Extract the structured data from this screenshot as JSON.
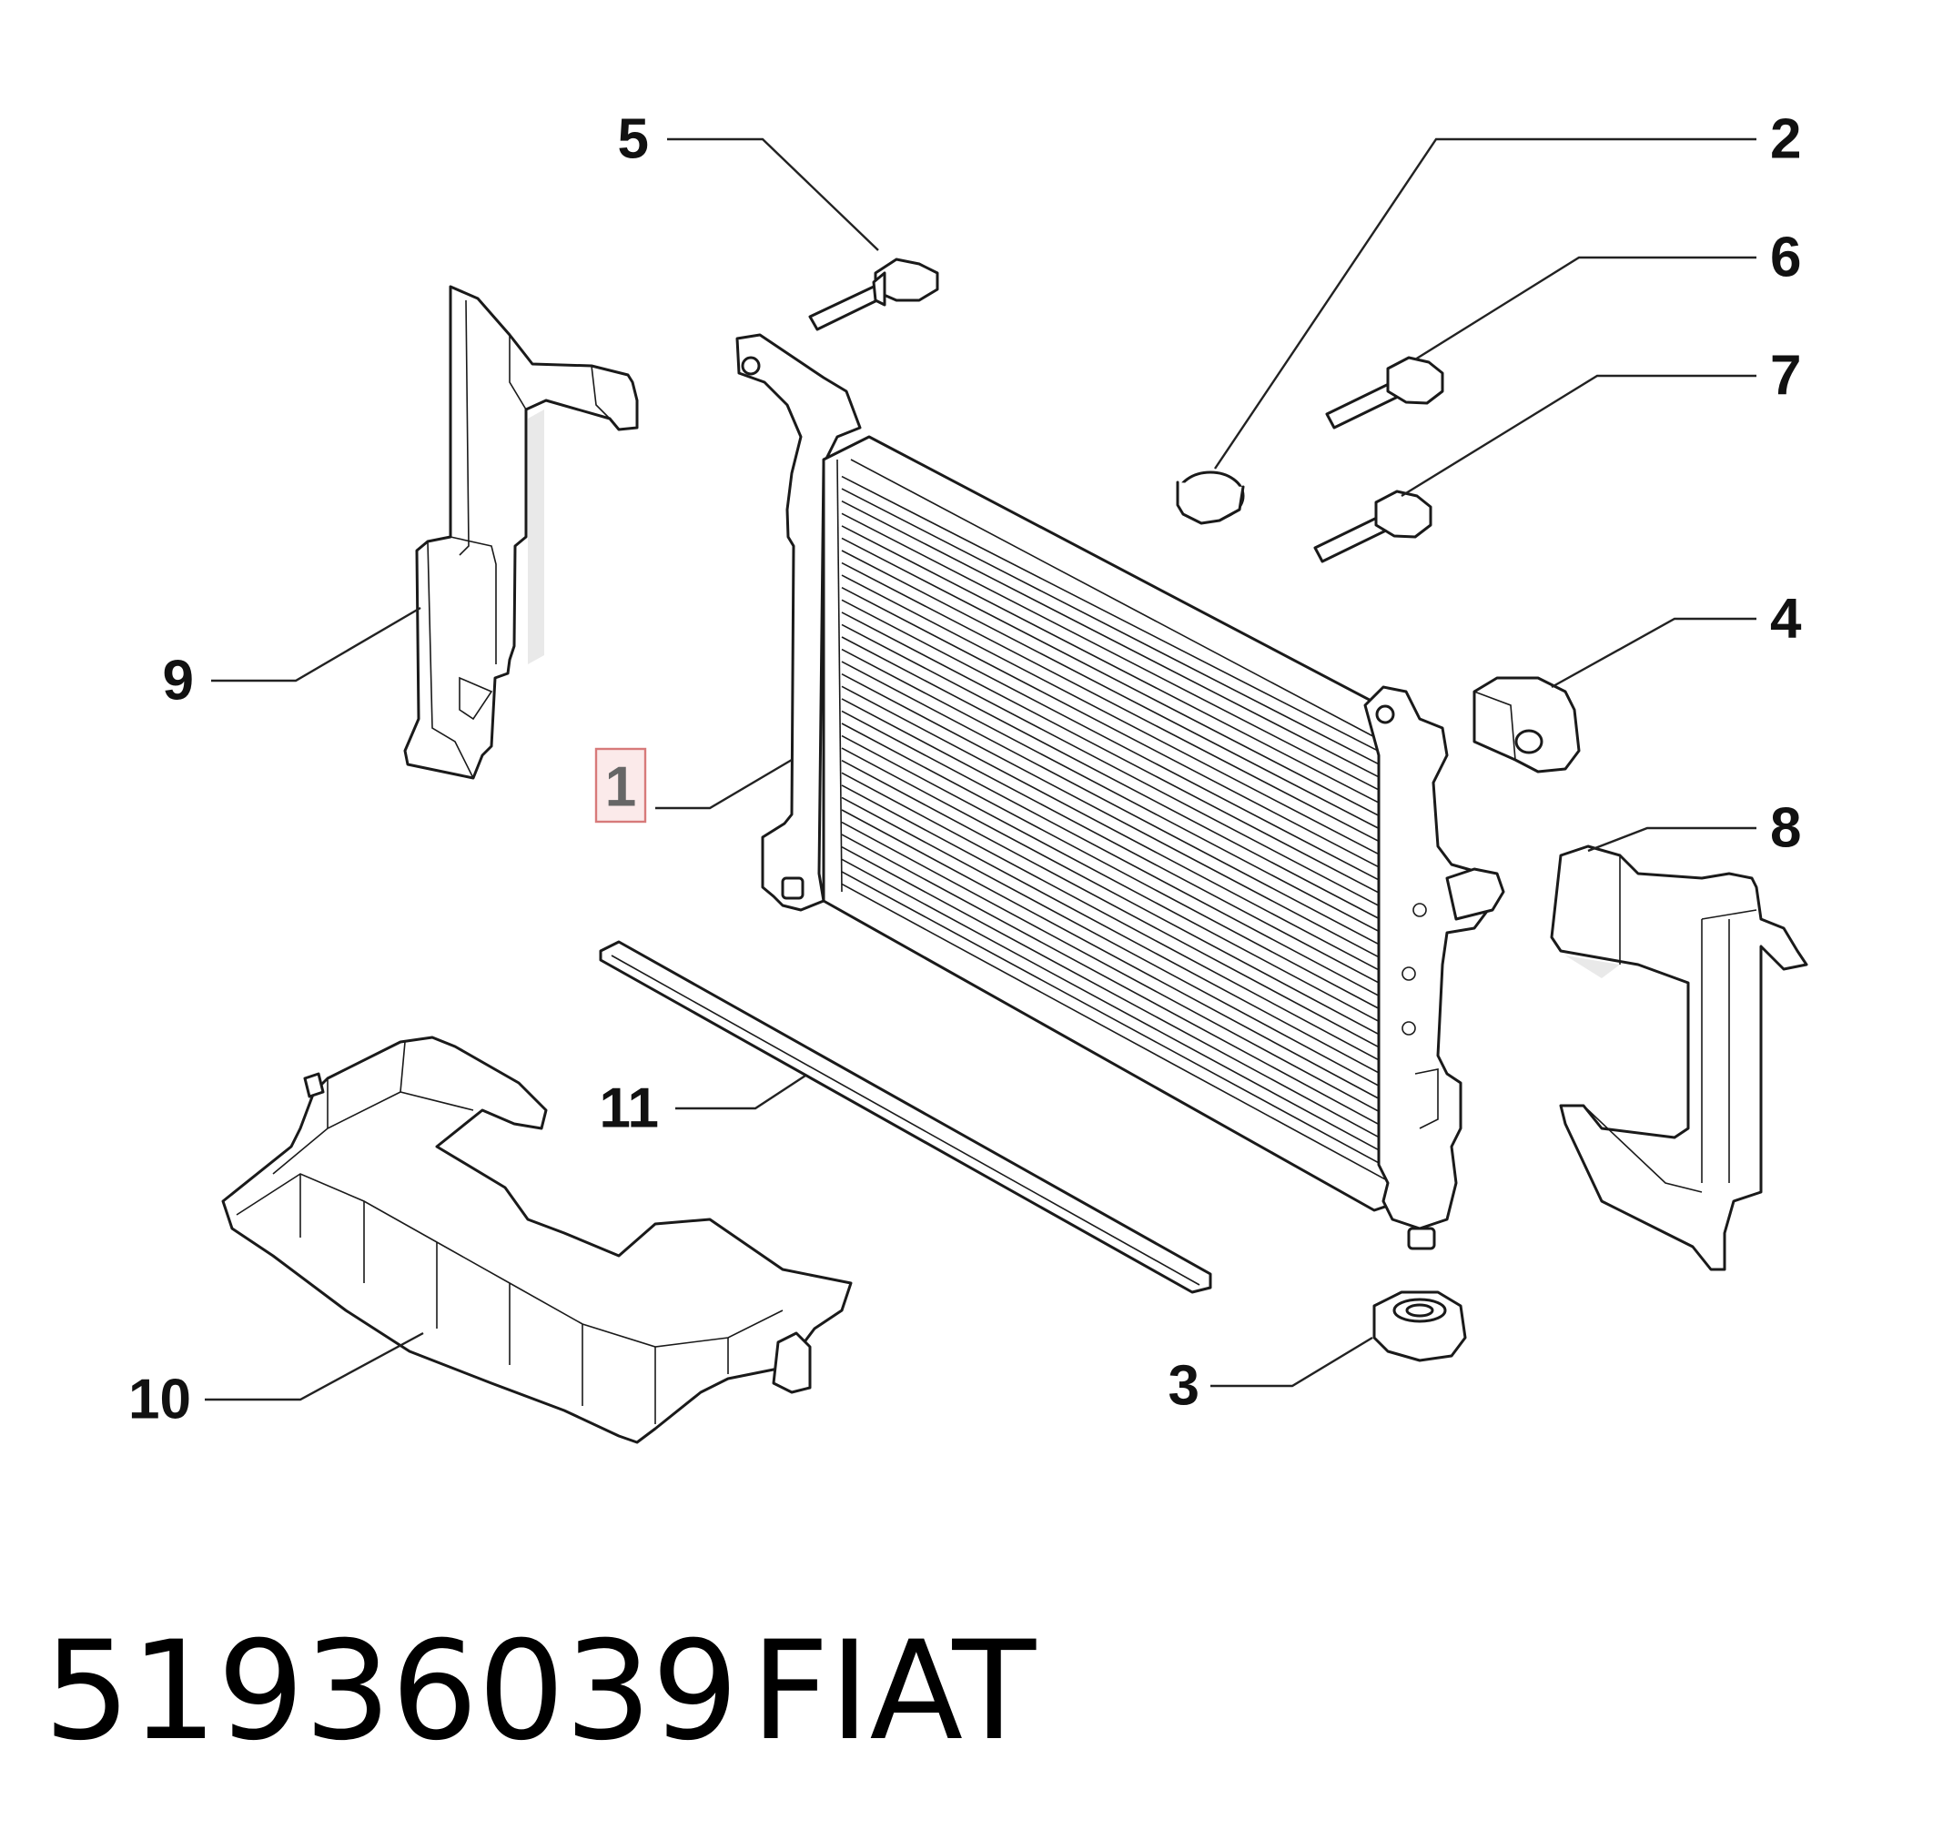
{
  "callouts": [
    {
      "id": "5",
      "label": "5"
    },
    {
      "id": "2",
      "label": "2"
    },
    {
      "id": "6",
      "label": "6"
    },
    {
      "id": "7",
      "label": "7"
    },
    {
      "id": "4",
      "label": "4"
    },
    {
      "id": "9",
      "label": "9"
    },
    {
      "id": "1",
      "label": "1",
      "highlighted": true
    },
    {
      "id": "8",
      "label": "8"
    },
    {
      "id": "11",
      "label": "11"
    },
    {
      "id": "10",
      "label": "10"
    },
    {
      "id": "3",
      "label": "3"
    }
  ],
  "caption": {
    "part_number": "51936039",
    "brand": "FIAT"
  },
  "colors": {
    "line": "#1a1a1a",
    "highlight_fill": "#fbeaea",
    "highlight_stroke": "#d77a7a"
  }
}
